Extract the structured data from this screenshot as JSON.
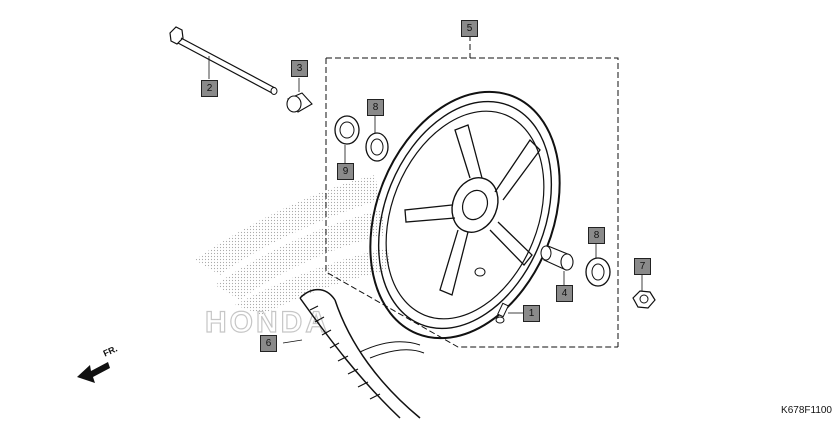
{
  "callouts": {
    "c1": "1",
    "c2": "2",
    "c3": "3",
    "c4": "4",
    "c5": "5",
    "c6": "6",
    "c7": "7",
    "c8a": "8",
    "c8b": "8",
    "c9": "9"
  },
  "diagram_code": "K678F1100",
  "direction_label": "FR.",
  "watermark_text": "HONDA",
  "colors": {
    "line": "#111111",
    "callout_fill": "#8a8a8a",
    "watermark": "#bdbdbd"
  }
}
